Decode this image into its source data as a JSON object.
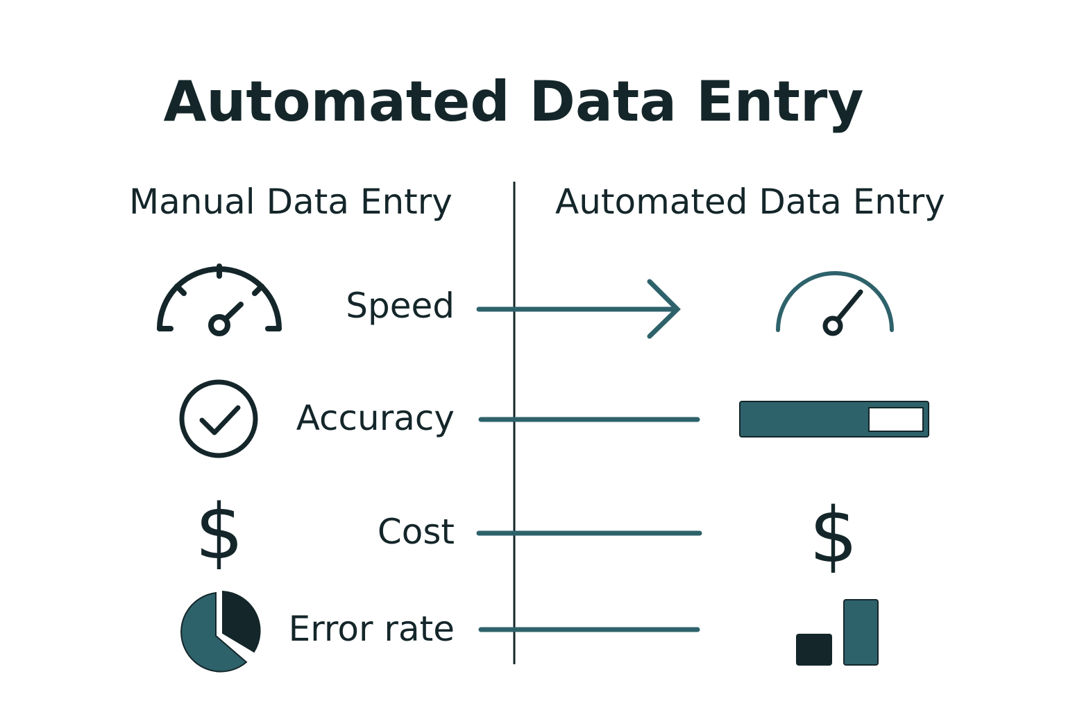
{
  "title": "Automated Data Entry",
  "columns": {
    "left": "Manual Data Entry",
    "right": "Automated Data Entry"
  },
  "metrics": [
    {
      "label": "Speed",
      "manual_icon": "speedometer-icon",
      "automated_icon": "speedometer-fast-icon"
    },
    {
      "label": "Accuracy",
      "manual_icon": "checkmark-circle-icon",
      "automated_icon": "progress-bar-icon",
      "automated_fill": 0.7
    },
    {
      "label": "Cost",
      "manual_icon": "dollar-icon",
      "automated_icon": "dollar-icon",
      "manual_symbol": "$",
      "automated_symbol": "$"
    },
    {
      "label": "Error rate",
      "manual_icon": "pie-chart-icon",
      "automated_icon": "bar-chart-icon"
    }
  ],
  "colors": {
    "teal": "#2e626b",
    "dark": "#14262a"
  }
}
